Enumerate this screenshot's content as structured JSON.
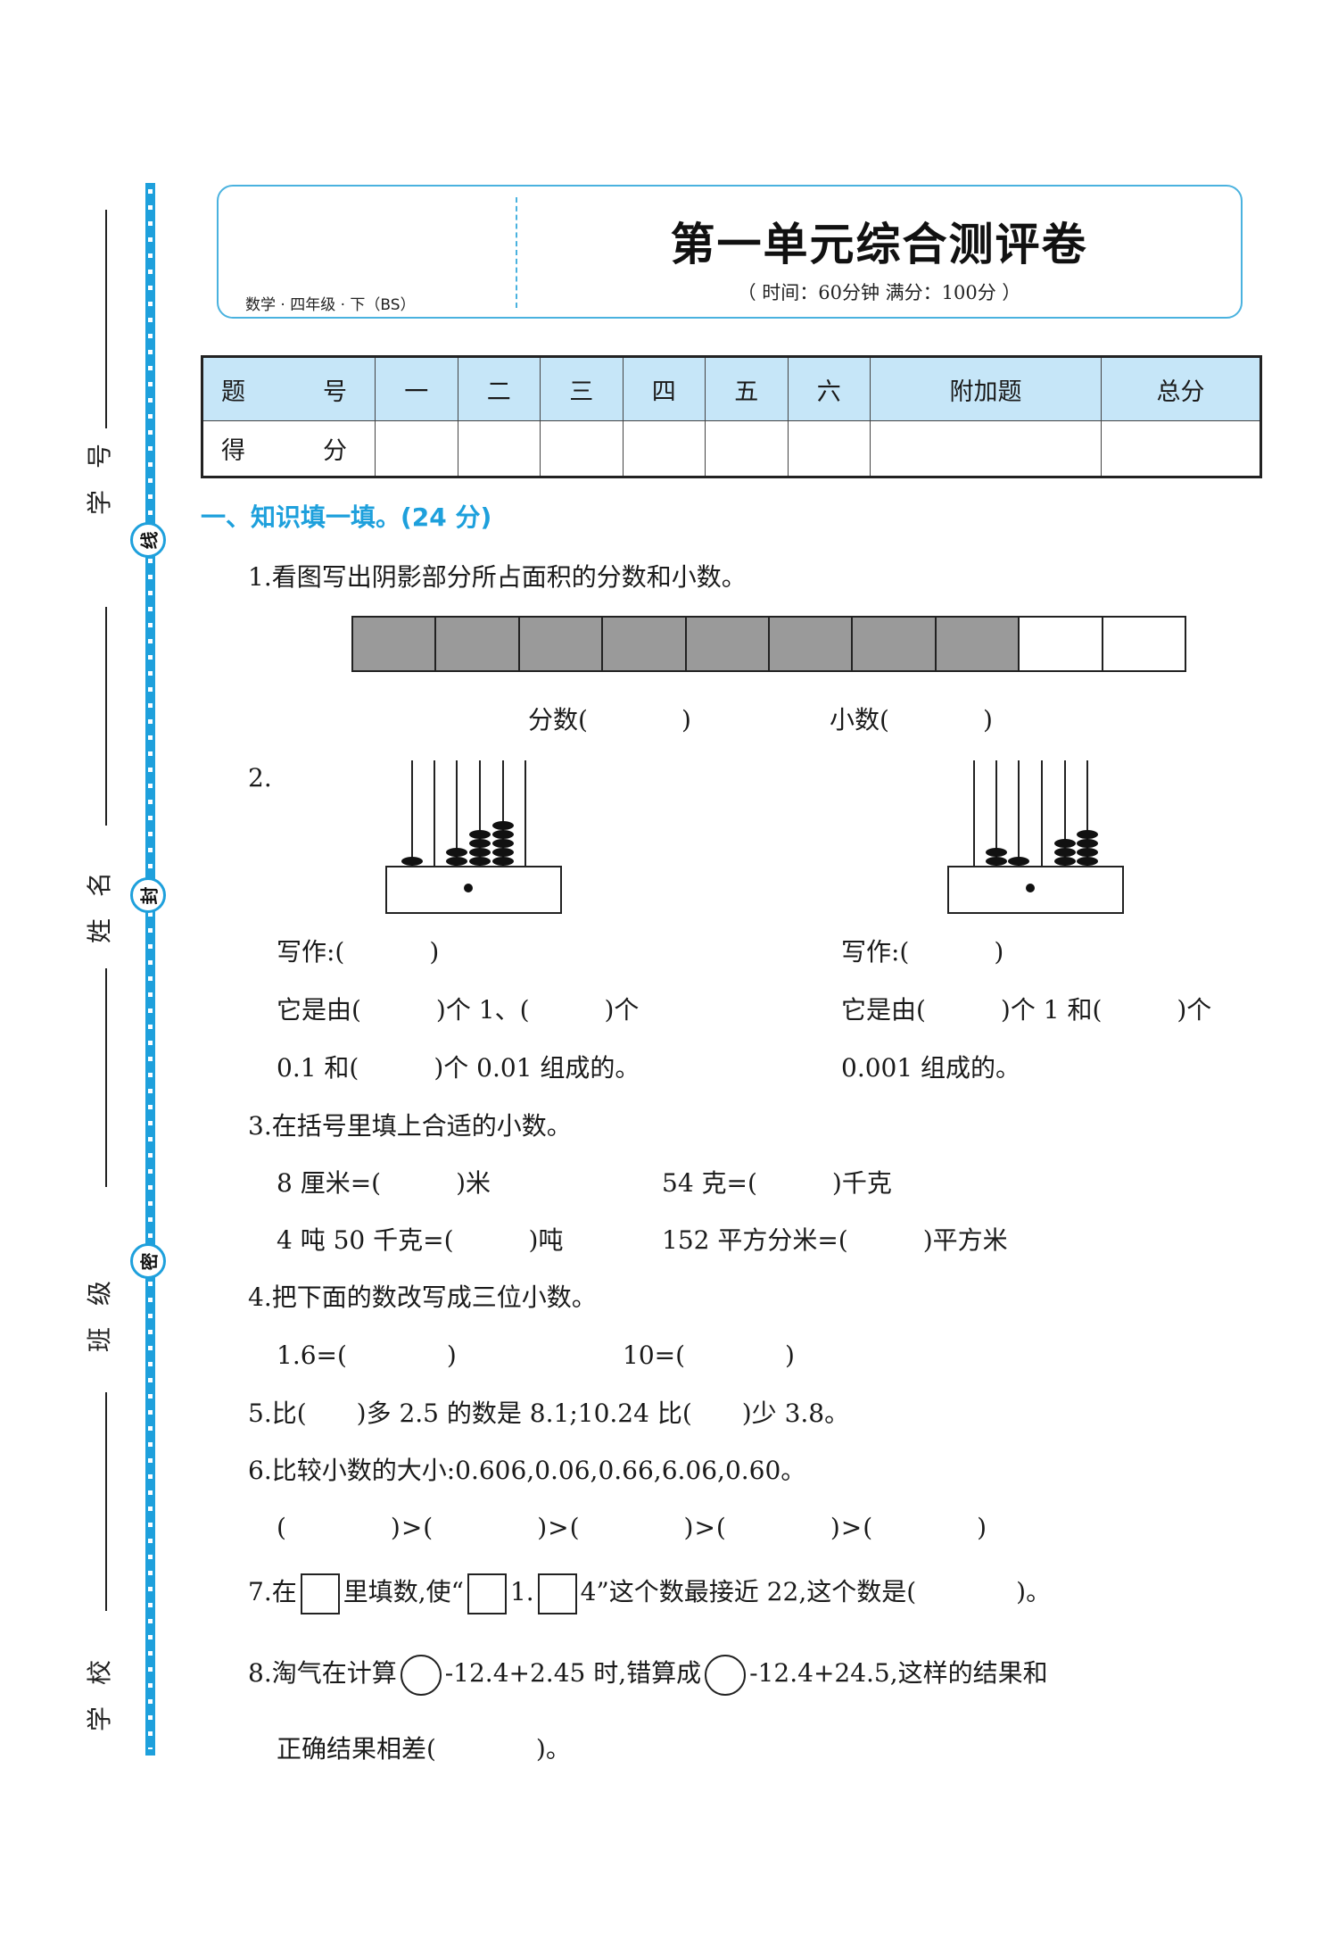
{
  "binding_margin": {
    "labels": [
      "学号",
      "姓名",
      "班级",
      "学校"
    ],
    "seal_chars": [
      "线",
      "封",
      "密"
    ],
    "strip_color": "#1ea0dc"
  },
  "header": {
    "subject": "数学 · 四年级 · 下（BS）",
    "title": "第一单元综合测评卷",
    "meta": "（ 时间：60分钟    满分：100分 ）",
    "border_color": "#4ab2df"
  },
  "score_table": {
    "header_row": [
      "题　号",
      "一",
      "二",
      "三",
      "四",
      "五",
      "六",
      "附加题",
      "总分"
    ],
    "score_row_label": "得　分",
    "score_values": [
      "",
      "",
      "",
      "",
      "",
      "",
      "",
      ""
    ],
    "header_bg": "#c6e6f8"
  },
  "section": {
    "title": "一、知识填一填。(24 分)",
    "color": "#1ea0dc"
  },
  "questions": {
    "q1": {
      "text": "1.看图写出阴影部分所占面积的分数和小数。",
      "bar_cells": 10,
      "shaded_cells": 8,
      "fraction_label": "分数(",
      "decimal_label": "小数(",
      "close": ")"
    },
    "q2": {
      "number": "2.",
      "left": {
        "beads": [
          1,
          0,
          2,
          4,
          5,
          0
        ],
        "write_label": "写作:(",
        "close": ")",
        "line1": "它是由(　　　)个 1、(　　　)个",
        "line2": "0.1 和(　　　)个 0.01 组成的。"
      },
      "right": {
        "beads": [
          0,
          2,
          1,
          0,
          3,
          4
        ],
        "write_label": "写作:(",
        "close": ")",
        "line1": "它是由(　　　)个 1 和(　　　)个",
        "line2": "0.001 组成的。"
      }
    },
    "q3": {
      "text": "3.在括号里填上合适的小数。",
      "items": [
        "8 厘米=(　　　)米",
        "54 克=(　　　)千克",
        "4 吨 50 千克=(　　　)吨",
        "152 平方分米=(　　　)平方米"
      ]
    },
    "q4": {
      "text": "4.把下面的数改写成三位小数。",
      "items": [
        "1.6=(　　　　)",
        "10=(　　　　)"
      ]
    },
    "q5": {
      "text": "5.比(　　)多 2.5 的数是 8.1;10.24 比(　　)少 3.8。"
    },
    "q6": {
      "text": "6.比较小数的大小:0.606,0.06,0.66,6.06,0.60。",
      "chain": "(　　　　)>(　　　　)>(　　　　)>(　　　　)>(　　　　)"
    },
    "q7": {
      "part1": "7.在",
      "part2": "里填数,使“",
      "part3": "1.",
      "part4": "4”这个数最接近 22,这个数是(　　　　)。"
    },
    "q8": {
      "part1": "8.淘气在计算",
      "part2": "-12.4+2.45 时,错算成",
      "part3": "-12.4+24.5,这样的结果和",
      "line2": "正确结果相差(　　　　)。"
    }
  }
}
